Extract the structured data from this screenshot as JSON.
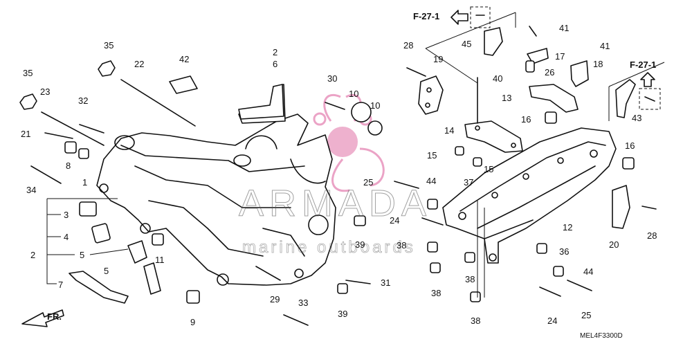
{
  "diagram": {
    "drawing_code": "MEL4F3300D",
    "front_marker": "FR.",
    "references": [
      "F-27-1",
      "F-27-1"
    ],
    "watermark": {
      "brand": "ARMADA",
      "tagline": "marine outboards",
      "logo_color": "#e99ac0"
    },
    "callouts": [
      {
        "id": "c-35a",
        "label": "35"
      },
      {
        "id": "c-35b",
        "label": "35"
      },
      {
        "id": "c-22",
        "label": "22"
      },
      {
        "id": "c-42",
        "label": "42"
      },
      {
        "id": "c-2a",
        "label": "2"
      },
      {
        "id": "c-6",
        "label": "6"
      },
      {
        "id": "c-30",
        "label": "30"
      },
      {
        "id": "c-10a",
        "label": "10"
      },
      {
        "id": "c-10b",
        "label": "10"
      },
      {
        "id": "c-23",
        "label": "23"
      },
      {
        "id": "c-32",
        "label": "32"
      },
      {
        "id": "c-21",
        "label": "21"
      },
      {
        "id": "c-8",
        "label": "8"
      },
      {
        "id": "c-1",
        "label": "1"
      },
      {
        "id": "c-34",
        "label": "34"
      },
      {
        "id": "c-3",
        "label": "3"
      },
      {
        "id": "c-4",
        "label": "4"
      },
      {
        "id": "c-2b",
        "label": "2"
      },
      {
        "id": "c-5a",
        "label": "5"
      },
      {
        "id": "c-5b",
        "label": "5"
      },
      {
        "id": "c-7",
        "label": "7"
      },
      {
        "id": "c-11",
        "label": "11"
      },
      {
        "id": "c-9",
        "label": "9"
      },
      {
        "id": "c-29",
        "label": "29"
      },
      {
        "id": "c-33",
        "label": "33"
      },
      {
        "id": "c-39a",
        "label": "39"
      },
      {
        "id": "c-39b",
        "label": "39"
      },
      {
        "id": "c-31",
        "label": "31"
      },
      {
        "id": "c-24a",
        "label": "24"
      },
      {
        "id": "c-25a",
        "label": "25"
      },
      {
        "id": "c-44a",
        "label": "44"
      },
      {
        "id": "c-38a",
        "label": "38"
      },
      {
        "id": "c-38b",
        "label": "38"
      },
      {
        "id": "c-38c",
        "label": "38"
      },
      {
        "id": "c-38d",
        "label": "38"
      },
      {
        "id": "c-45",
        "label": "45"
      },
      {
        "id": "c-28a",
        "label": "28"
      },
      {
        "id": "c-19",
        "label": "19"
      },
      {
        "id": "c-40",
        "label": "40"
      },
      {
        "id": "c-41a",
        "label": "41"
      },
      {
        "id": "c-41b",
        "label": "41"
      },
      {
        "id": "c-17",
        "label": "17"
      },
      {
        "id": "c-26",
        "label": "26"
      },
      {
        "id": "c-18",
        "label": "18"
      },
      {
        "id": "c-13",
        "label": "13"
      },
      {
        "id": "c-16a",
        "label": "16"
      },
      {
        "id": "c-16b",
        "label": "16"
      },
      {
        "id": "c-14",
        "label": "14"
      },
      {
        "id": "c-15a",
        "label": "15"
      },
      {
        "id": "c-15b",
        "label": "15"
      },
      {
        "id": "c-37",
        "label": "37"
      },
      {
        "id": "c-43",
        "label": "43"
      },
      {
        "id": "c-12",
        "label": "12"
      },
      {
        "id": "c-28b",
        "label": "28"
      },
      {
        "id": "c-20",
        "label": "20"
      },
      {
        "id": "c-36",
        "label": "36"
      },
      {
        "id": "c-44b",
        "label": "44"
      },
      {
        "id": "c-24b",
        "label": "24"
      },
      {
        "id": "c-25b",
        "label": "25"
      }
    ]
  }
}
